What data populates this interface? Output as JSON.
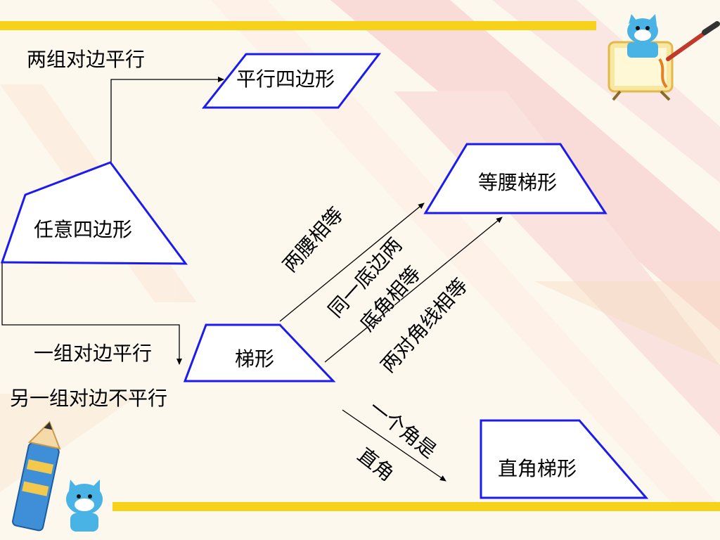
{
  "shapes": {
    "arbitrary_quad": "任意四边形",
    "parallelogram": "平行四边形",
    "trapezoid": "梯形",
    "isosceles_trapezoid": "等腰梯形",
    "right_trapezoid": "直角梯形"
  },
  "conditions": {
    "two_pairs_parallel": "两组对边平行",
    "one_pair_parallel": "一组对边平行",
    "other_pair_not_parallel": "另一组对边不平行",
    "legs_equal": "两腰相等",
    "base_angles_line1": "同一底边两",
    "base_angles_line2": "底角相等",
    "diagonals_equal": "两对角线相等",
    "one_angle_line1": "一个角是",
    "one_angle_line2": "直角"
  },
  "icons": [
    "cat-easel-icon",
    "pencil-cat-icon"
  ],
  "colors": {
    "shape_outline": "#1b1bf0",
    "shape_fill": "#ffffff",
    "banner": "#f7d21a",
    "stripe": "#f3c9c9"
  }
}
